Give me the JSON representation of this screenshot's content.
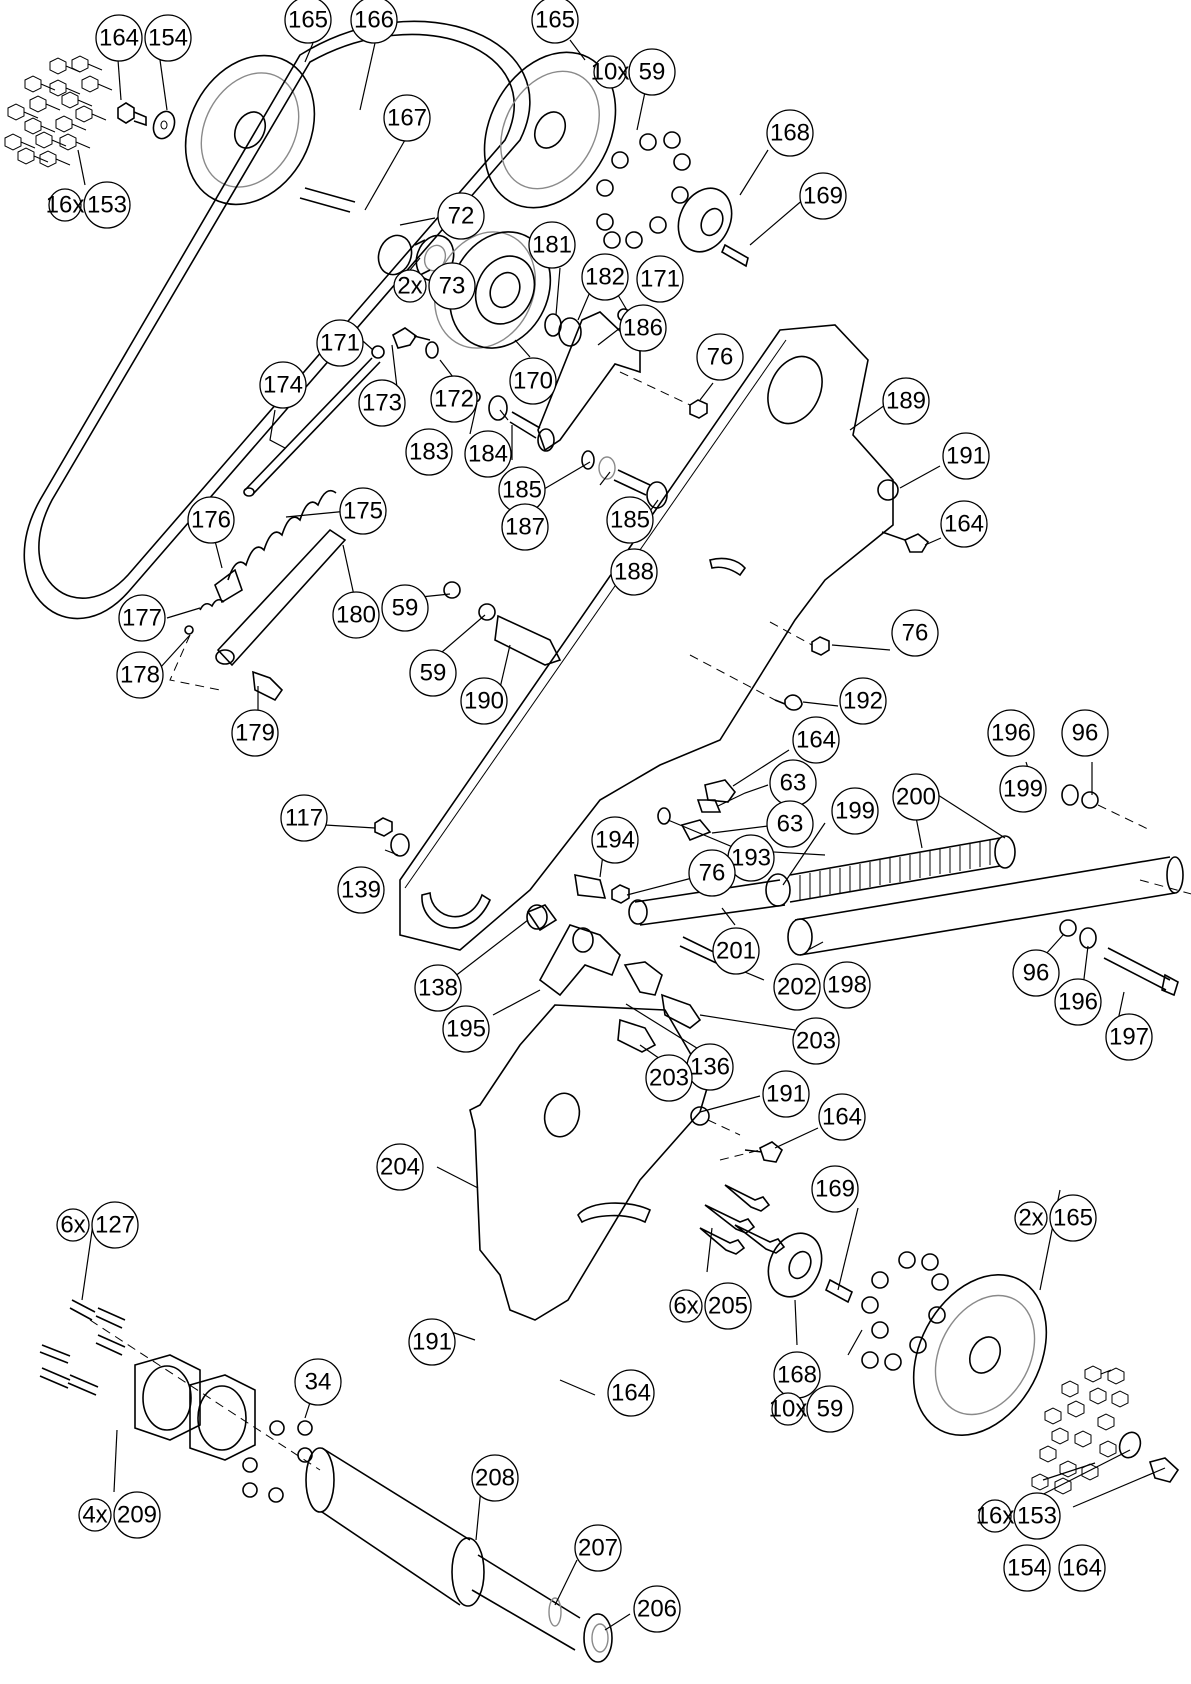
{
  "diagram": {
    "type": "exploded-assembly-drawing",
    "callouts": [
      {
        "id": "c1",
        "part": "164",
        "qty": ""
      },
      {
        "id": "c2",
        "part": "154",
        "qty": ""
      },
      {
        "id": "c3",
        "part": "165",
        "qty": ""
      },
      {
        "id": "c4",
        "part": "166",
        "qty": ""
      },
      {
        "id": "c5",
        "part": "165",
        "qty": ""
      },
      {
        "id": "c6",
        "part": "59",
        "qty": "10x"
      },
      {
        "id": "c7",
        "part": "153",
        "qty": "16x"
      },
      {
        "id": "c8",
        "part": "167",
        "qty": ""
      },
      {
        "id": "c9",
        "part": "168",
        "qty": ""
      },
      {
        "id": "c10",
        "part": "169",
        "qty": ""
      },
      {
        "id": "c11",
        "part": "72",
        "qty": ""
      },
      {
        "id": "c12",
        "part": "73",
        "qty": "2x"
      },
      {
        "id": "c13",
        "part": "181",
        "qty": ""
      },
      {
        "id": "c14",
        "part": "182",
        "qty": ""
      },
      {
        "id": "c15",
        "part": "171",
        "qty": ""
      },
      {
        "id": "c16",
        "part": "171",
        "qty": ""
      },
      {
        "id": "c17",
        "part": "186",
        "qty": ""
      },
      {
        "id": "c18",
        "part": "76",
        "qty": ""
      },
      {
        "id": "c19",
        "part": "174",
        "qty": ""
      },
      {
        "id": "c20",
        "part": "173",
        "qty": ""
      },
      {
        "id": "c21",
        "part": "172",
        "qty": ""
      },
      {
        "id": "c22",
        "part": "170",
        "qty": ""
      },
      {
        "id": "c23",
        "part": "189",
        "qty": ""
      },
      {
        "id": "c24",
        "part": "183",
        "qty": ""
      },
      {
        "id": "c25",
        "part": "184",
        "qty": ""
      },
      {
        "id": "c26",
        "part": "185",
        "qty": ""
      },
      {
        "id": "c27",
        "part": "191",
        "qty": ""
      },
      {
        "id": "c28",
        "part": "175",
        "qty": ""
      },
      {
        "id": "c29",
        "part": "164",
        "qty": ""
      },
      {
        "id": "c30",
        "part": "176",
        "qty": ""
      },
      {
        "id": "c31",
        "part": "185",
        "qty": ""
      },
      {
        "id": "c32",
        "part": "187",
        "qty": ""
      },
      {
        "id": "c33",
        "part": "188",
        "qty": ""
      },
      {
        "id": "c34",
        "part": "180",
        "qty": ""
      },
      {
        "id": "c35",
        "part": "177",
        "qty": ""
      },
      {
        "id": "c36",
        "part": "59",
        "qty": ""
      },
      {
        "id": "c37",
        "part": "76",
        "qty": ""
      },
      {
        "id": "c38",
        "part": "178",
        "qty": ""
      },
      {
        "id": "c39",
        "part": "59",
        "qty": ""
      },
      {
        "id": "c40",
        "part": "190",
        "qty": ""
      },
      {
        "id": "c41",
        "part": "192",
        "qty": ""
      },
      {
        "id": "c42",
        "part": "179",
        "qty": ""
      },
      {
        "id": "c43",
        "part": "196",
        "qty": ""
      },
      {
        "id": "c44",
        "part": "96",
        "qty": ""
      },
      {
        "id": "c45",
        "part": "164",
        "qty": ""
      },
      {
        "id": "c46",
        "part": "63",
        "qty": ""
      },
      {
        "id": "c47",
        "part": "200",
        "qty": ""
      },
      {
        "id": "c48",
        "part": "199",
        "qty": ""
      },
      {
        "id": "c49",
        "part": "117",
        "qty": ""
      },
      {
        "id": "c50",
        "part": "63",
        "qty": ""
      },
      {
        "id": "c51",
        "part": "199",
        "qty": ""
      },
      {
        "id": "c52",
        "part": "194",
        "qty": ""
      },
      {
        "id": "c53",
        "part": "193",
        "qty": ""
      },
      {
        "id": "c54",
        "part": "139",
        "qty": ""
      },
      {
        "id": "c55",
        "part": "76",
        "qty": ""
      },
      {
        "id": "c56",
        "part": "201",
        "qty": ""
      },
      {
        "id": "c57",
        "part": "96",
        "qty": ""
      },
      {
        "id": "c58",
        "part": "198",
        "qty": ""
      },
      {
        "id": "c59",
        "part": "138",
        "qty": ""
      },
      {
        "id": "c60",
        "part": "202",
        "qty": ""
      },
      {
        "id": "c61",
        "part": "196",
        "qty": ""
      },
      {
        "id": "c62",
        "part": "197",
        "qty": ""
      },
      {
        "id": "c63",
        "part": "195",
        "qty": ""
      },
      {
        "id": "c64",
        "part": "203",
        "qty": ""
      },
      {
        "id": "c65",
        "part": "136",
        "qty": ""
      },
      {
        "id": "c66",
        "part": "203",
        "qty": ""
      },
      {
        "id": "c67",
        "part": "191",
        "qty": ""
      },
      {
        "id": "c68",
        "part": "164",
        "qty": ""
      },
      {
        "id": "c69",
        "part": "204",
        "qty": ""
      },
      {
        "id": "c70",
        "part": "169",
        "qty": ""
      },
      {
        "id": "c71",
        "part": "165",
        "qty": "2x"
      },
      {
        "id": "c72",
        "part": "127",
        "qty": "6x"
      },
      {
        "id": "c73",
        "part": "205",
        "qty": "6x"
      },
      {
        "id": "c74",
        "part": "191",
        "qty": ""
      },
      {
        "id": "c75",
        "part": "168",
        "qty": ""
      },
      {
        "id": "c76",
        "part": "164",
        "qty": ""
      },
      {
        "id": "c77",
        "part": "59",
        "qty": "10x"
      },
      {
        "id": "c78",
        "part": "34",
        "qty": ""
      },
      {
        "id": "c79",
        "part": "153",
        "qty": "16x"
      },
      {
        "id": "c80",
        "part": "209",
        "qty": "4x"
      },
      {
        "id": "c81",
        "part": "208",
        "qty": ""
      },
      {
        "id": "c82",
        "part": "154",
        "qty": ""
      },
      {
        "id": "c83",
        "part": "164",
        "qty": ""
      },
      {
        "id": "c84",
        "part": "207",
        "qty": ""
      },
      {
        "id": "c85",
        "part": "206",
        "qty": ""
      }
    ]
  }
}
